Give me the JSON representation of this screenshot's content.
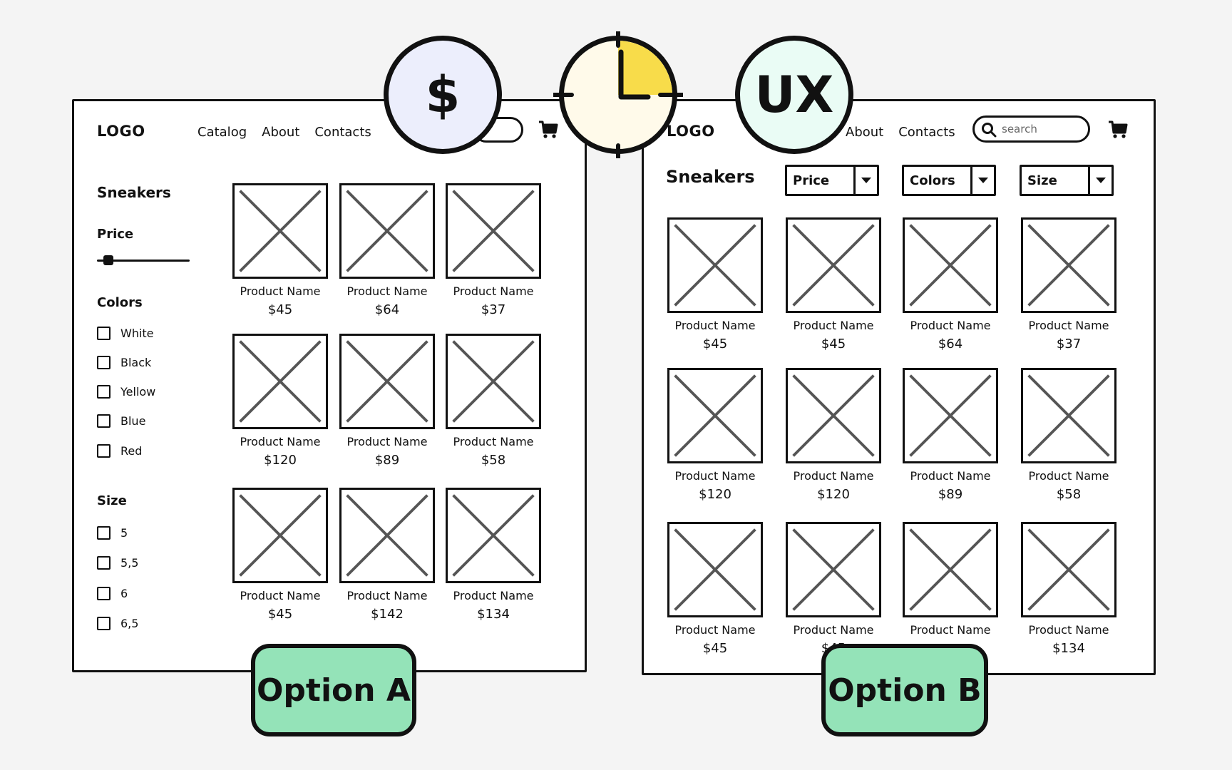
{
  "option_a": {
    "logo": "LOGO",
    "nav": [
      "Catalog",
      "About",
      "Contacts"
    ],
    "title": "Sneakers",
    "filters": {
      "price_label": "Price",
      "price_level": 0.12,
      "colors_label": "Colors",
      "colors": [
        "White",
        "Black",
        "Yellow",
        "Blue",
        "Red"
      ],
      "size_label": "Size",
      "sizes": [
        "5",
        "5,5",
        "6",
        "6,5"
      ]
    },
    "products": [
      {
        "name": "Product Name",
        "price": "$45"
      },
      {
        "name": "Product Name",
        "price": "$64"
      },
      {
        "name": "Product Name",
        "price": "$37"
      },
      {
        "name": "Product Name",
        "price": "$120"
      },
      {
        "name": "Product Name",
        "price": "$89"
      },
      {
        "name": "Product Name",
        "price": "$58"
      },
      {
        "name": "Product Name",
        "price": "$45"
      },
      {
        "name": "Product Name",
        "price": "$142"
      },
      {
        "name": "Product Name",
        "price": "$134"
      }
    ],
    "label": "Option A"
  },
  "option_b": {
    "logo": "LOGO",
    "nav": [
      "About",
      "Contacts"
    ],
    "search_placeholder": "search",
    "title": "Sneakers",
    "dropdowns": [
      "Price",
      "Colors",
      "Size"
    ],
    "products": [
      {
        "name": "Product Name",
        "price": "$45"
      },
      {
        "name": "Product Name",
        "price": "$45"
      },
      {
        "name": "Product Name",
        "price": "$64"
      },
      {
        "name": "Product Name",
        "price": "$37"
      },
      {
        "name": "Product Name",
        "price": "$120"
      },
      {
        "name": "Product Name",
        "price": "$120"
      },
      {
        "name": "Product Name",
        "price": "$89"
      },
      {
        "name": "Product Name",
        "price": "$58"
      },
      {
        "name": "Product Name",
        "price": "$45"
      },
      {
        "name": "Product Name",
        "price": "$45"
      },
      {
        "name": "Product Name",
        "price": ""
      },
      {
        "name": "Product Name",
        "price": "$134"
      }
    ],
    "label": "Option B"
  },
  "badges": {
    "dollar": "$",
    "clock_icon": "clock-icon",
    "ux": "UX"
  },
  "colors": {
    "dollar_badge": "#eceefc",
    "clock_badge": "#fffaea",
    "clock_highlight": "#f8dc4a",
    "ux_badge": "#eafcf5",
    "option_label": "#94e3b8",
    "placeholder_x": "#555555"
  }
}
